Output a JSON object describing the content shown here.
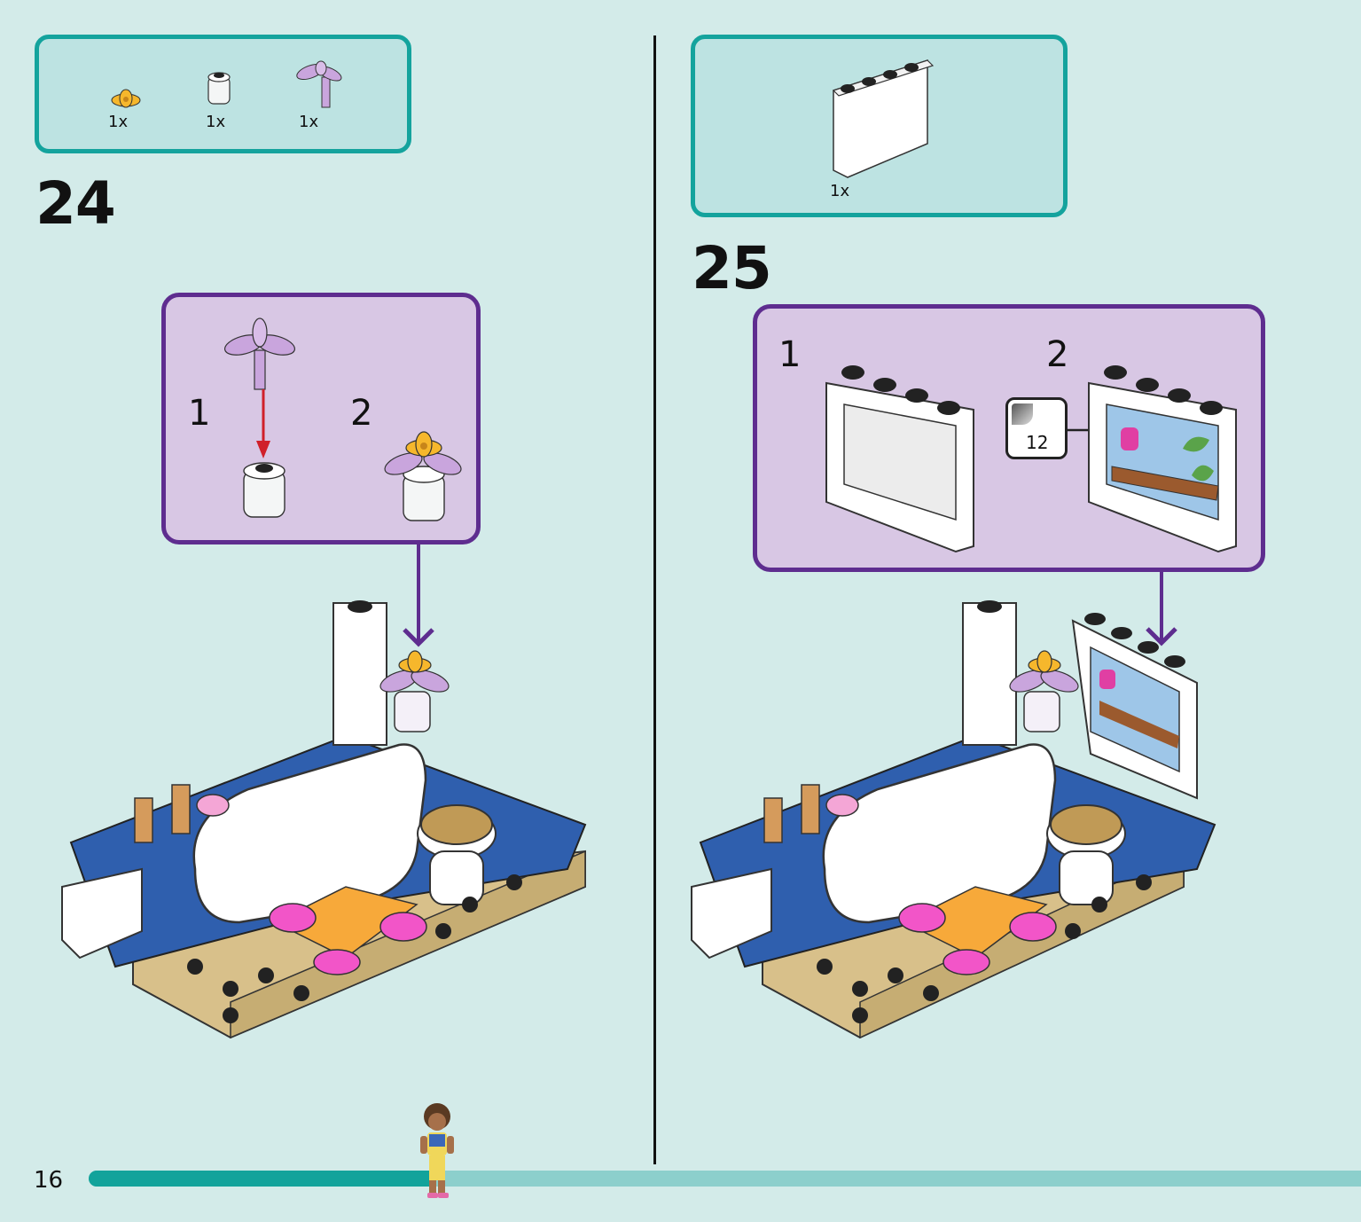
{
  "page_number": "16",
  "progress": {
    "fraction": 0.27
  },
  "colors": {
    "background": "#d3ebe9",
    "parts_box_border": "#14a39d",
    "parts_box_fill": "#bde3e2",
    "sub_box_border": "#5e2d8f",
    "sub_box_fill": "#d8c7e4",
    "progress_done": "#12a39b",
    "progress_rest": "#8ccfcc"
  },
  "step24": {
    "number": "24",
    "parts": [
      {
        "icon": "yellow-flower-icon",
        "qty": "1x"
      },
      {
        "icon": "transparent-round-brick-icon",
        "qty": "1x"
      },
      {
        "icon": "lavender-stem-icon",
        "qty": "1x"
      }
    ],
    "substeps": [
      {
        "number": "1"
      },
      {
        "number": "2"
      }
    ]
  },
  "step25": {
    "number": "25",
    "parts": [
      {
        "icon": "white-panel-icon",
        "qty": "1x"
      }
    ],
    "substeps": [
      {
        "number": "1"
      },
      {
        "number": "2"
      }
    ],
    "sticker": "12"
  }
}
